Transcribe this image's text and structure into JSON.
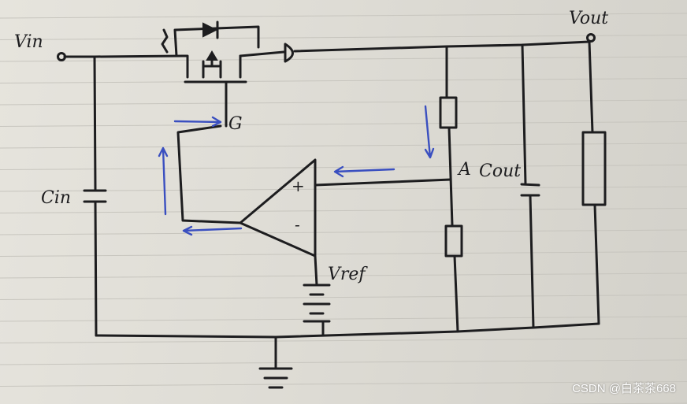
{
  "labels": {
    "vin": "Vin",
    "vout": "Vout",
    "gate": "G",
    "cin": "Cin",
    "cout": "Cout",
    "node_a": "A",
    "plus": "+",
    "minus": "-",
    "vref": "Vref"
  },
  "watermark": "CSDN @白茶茶668",
  "colors": {
    "ink": "#1d1d1f",
    "arrows": "#3a4fc0",
    "paper": "#e2e0d9",
    "ruled_lines": "#c7c5be"
  }
}
